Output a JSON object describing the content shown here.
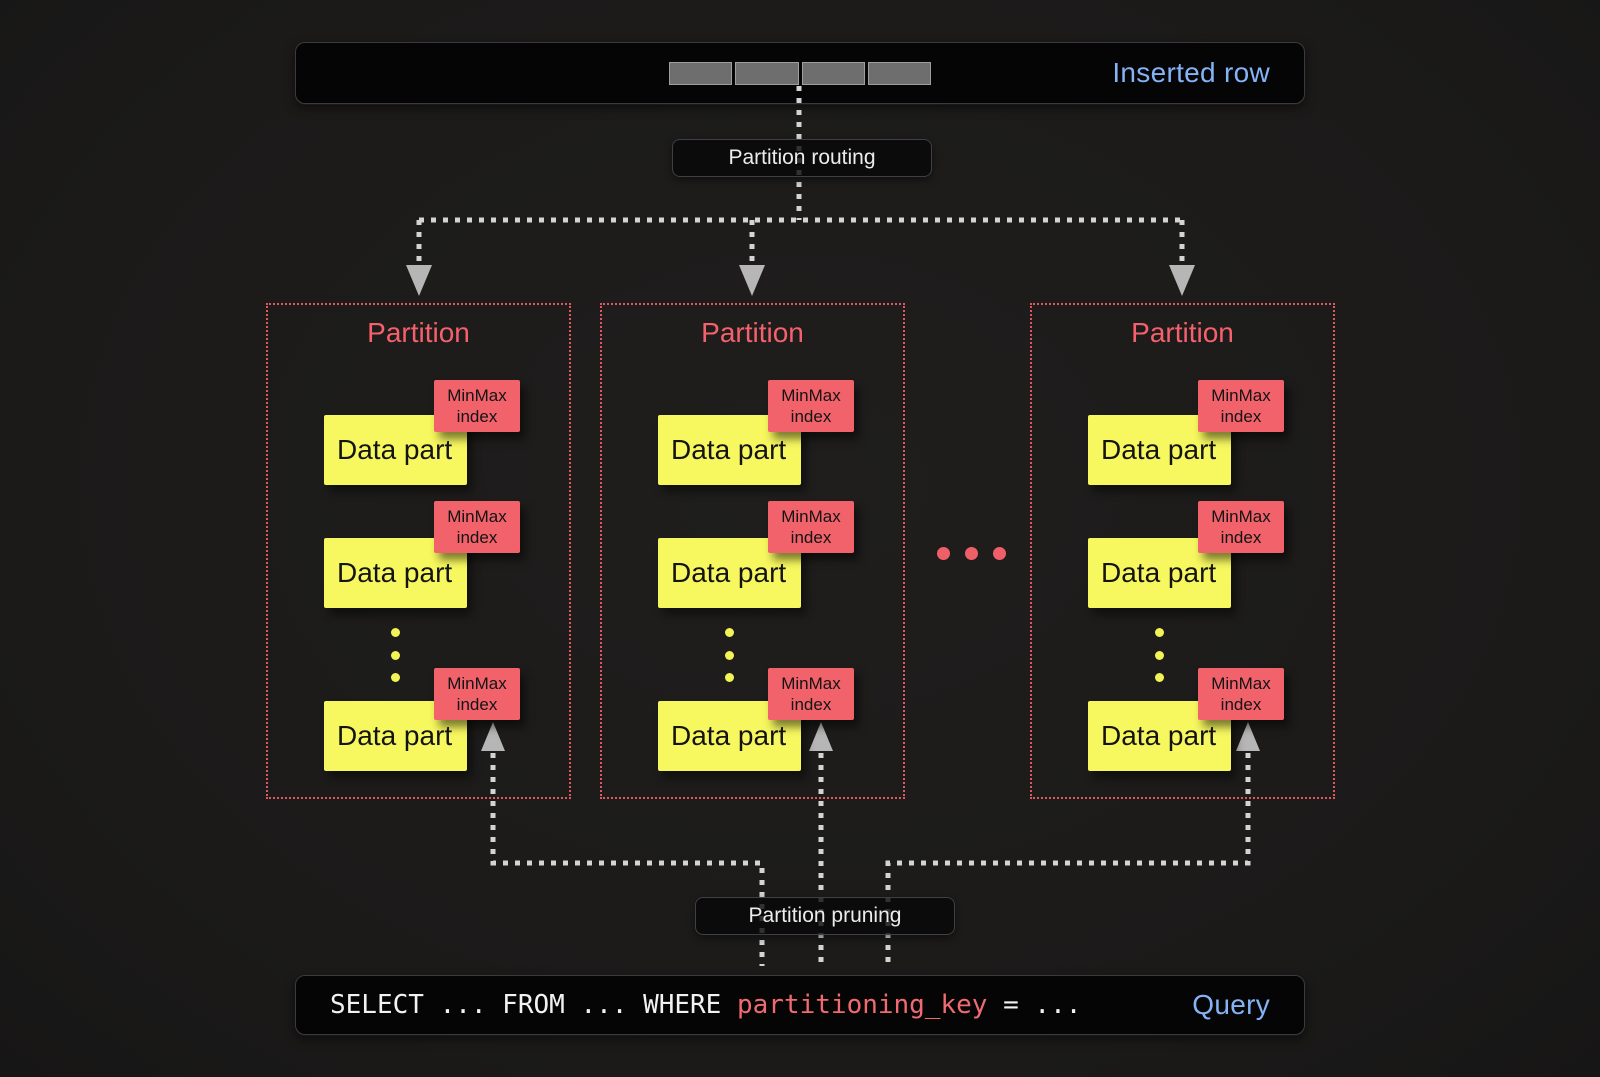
{
  "diagram": {
    "inserted_row": {
      "label": "Inserted row",
      "cell_count": 4
    },
    "routing": {
      "label": "Partition routing"
    },
    "pruning": {
      "label": "Partition pruning"
    },
    "partitions": [
      {
        "title": "Partition",
        "parts": [
          {
            "label": "Data part",
            "index_label": "MinMax index"
          },
          {
            "label": "Data part",
            "index_label": "MinMax index"
          },
          {
            "label": "Data part",
            "index_label": "MinMax index"
          }
        ]
      },
      {
        "title": "Partition",
        "parts": [
          {
            "label": "Data part",
            "index_label": "MinMax index"
          },
          {
            "label": "Data part",
            "index_label": "MinMax index"
          },
          {
            "label": "Data part",
            "index_label": "MinMax index"
          }
        ]
      },
      {
        "title": "Partition",
        "parts": [
          {
            "label": "Data part",
            "index_label": "MinMax index"
          },
          {
            "label": "Data part",
            "index_label": "MinMax index"
          },
          {
            "label": "Data part",
            "index_label": "MinMax index"
          }
        ]
      }
    ],
    "between_partitions_ellipsis": "...",
    "query": {
      "sql_prefix": "SELECT ... FROM ... WHERE ",
      "sql_key": "partitioning_key",
      "sql_suffix": " = ...",
      "label": "Query"
    },
    "colors": {
      "background": "#1d1c1c",
      "bar_background": "#050505",
      "accent_blue": "#84b3f8",
      "salmon_red": "#f1626b",
      "part_yellow": "#f7f75f",
      "partition_border_red": "#e2575f",
      "connector_gray": "#d4d4d4",
      "row_cell_gray": "#6e6e6e"
    }
  }
}
